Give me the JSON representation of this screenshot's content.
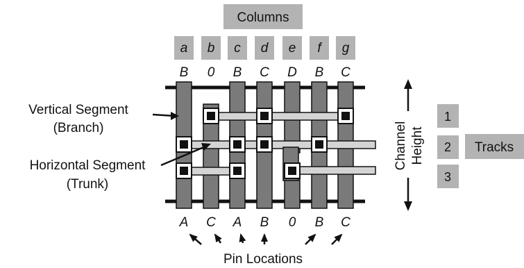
{
  "title": "Columns",
  "columns": [
    "a",
    "b",
    "c",
    "d",
    "e",
    "f",
    "g"
  ],
  "top_pins": [
    "B",
    "0",
    "B",
    "C",
    "D",
    "B",
    "C"
  ],
  "bottom_pins": [
    "A",
    "C",
    "A",
    "B",
    "0",
    "B",
    "C"
  ],
  "labels": {
    "vertical_segment": "Vertical Segment",
    "vertical_segment_sub": "(Branch)",
    "horizontal_segment": "Horizontal Segment",
    "horizontal_segment_sub": "(Trunk)",
    "pin_locations": "Pin Locations",
    "channel": "Channel",
    "height": "Height",
    "tracks": "Tracks"
  },
  "tracks": [
    "1",
    "2",
    "3"
  ],
  "colors": {
    "header_box": "#b3b3b3",
    "column_fill": "#7a7a7a",
    "trunk_fill": "#d4d4d4",
    "outline": "#111111",
    "rail": "#111111"
  }
}
